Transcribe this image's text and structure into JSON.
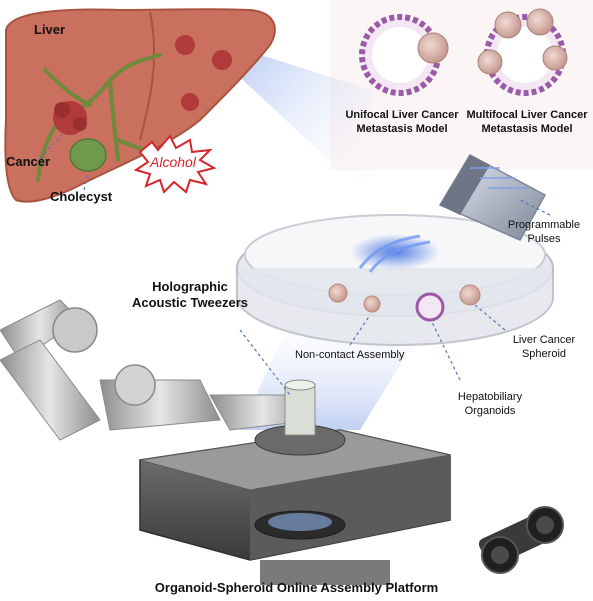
{
  "labels": {
    "liver": "Liver",
    "cancer": "Cancer",
    "cholecyst": "Cholecyst",
    "alcohol": "Alcohol",
    "unifocal_line1": "Unifocal Liver Cancer",
    "unifocal_line2": "Metastasis Model",
    "multifocal_line1": "Multifocal Liver Cancer",
    "multifocal_line2": "Metastasis Model",
    "programmable_line1": "Programmable",
    "programmable_line2": "Pulses",
    "tweezers_line1": "Holographic",
    "tweezers_line2": "Acoustic Tweezers",
    "noncontact": "Non-contact Assembly",
    "spheroid_line1": "Liver Cancer",
    "spheroid_line2": "Spheroid",
    "organoids_line1": "Hepatobiliary",
    "organoids_line2": "Organoids",
    "platform": "Organoid-Spheroid Online Assembly Platform"
  },
  "colors": {
    "liver": "#c9705f",
    "liver_dark": "#a9543f",
    "tumor": "#b13a3a",
    "gallbladder": "#6f9a4c",
    "vessel": "#6f8a3a",
    "alcohol_red": "#d6262b",
    "organoid_purple": "#9a5aa8",
    "beam_blue": "#4a78d8",
    "arrow_blue": "#4f77b8",
    "metal": "#b7b7b7"
  }
}
